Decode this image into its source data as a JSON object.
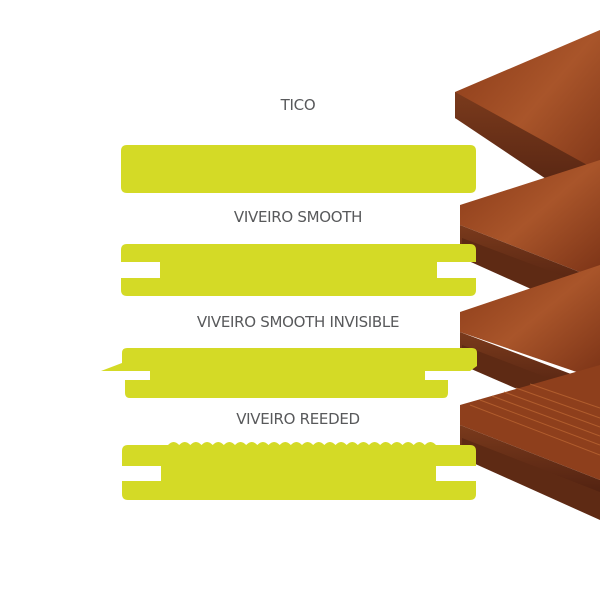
{
  "profiles": [
    {
      "name": "TICO"
    },
    {
      "name": "VIVEIRO SMOOTH"
    },
    {
      "name": "VIVEIRO SMOOTH INVISIBLE"
    },
    {
      "name": "VIVEIRO REEDED"
    }
  ],
  "colors": {
    "profile": "#d4da26",
    "label": "#58595b",
    "wood_dark": "#6b2a12",
    "wood_mid": "#9a4a22",
    "wood_light": "#b8652e"
  }
}
